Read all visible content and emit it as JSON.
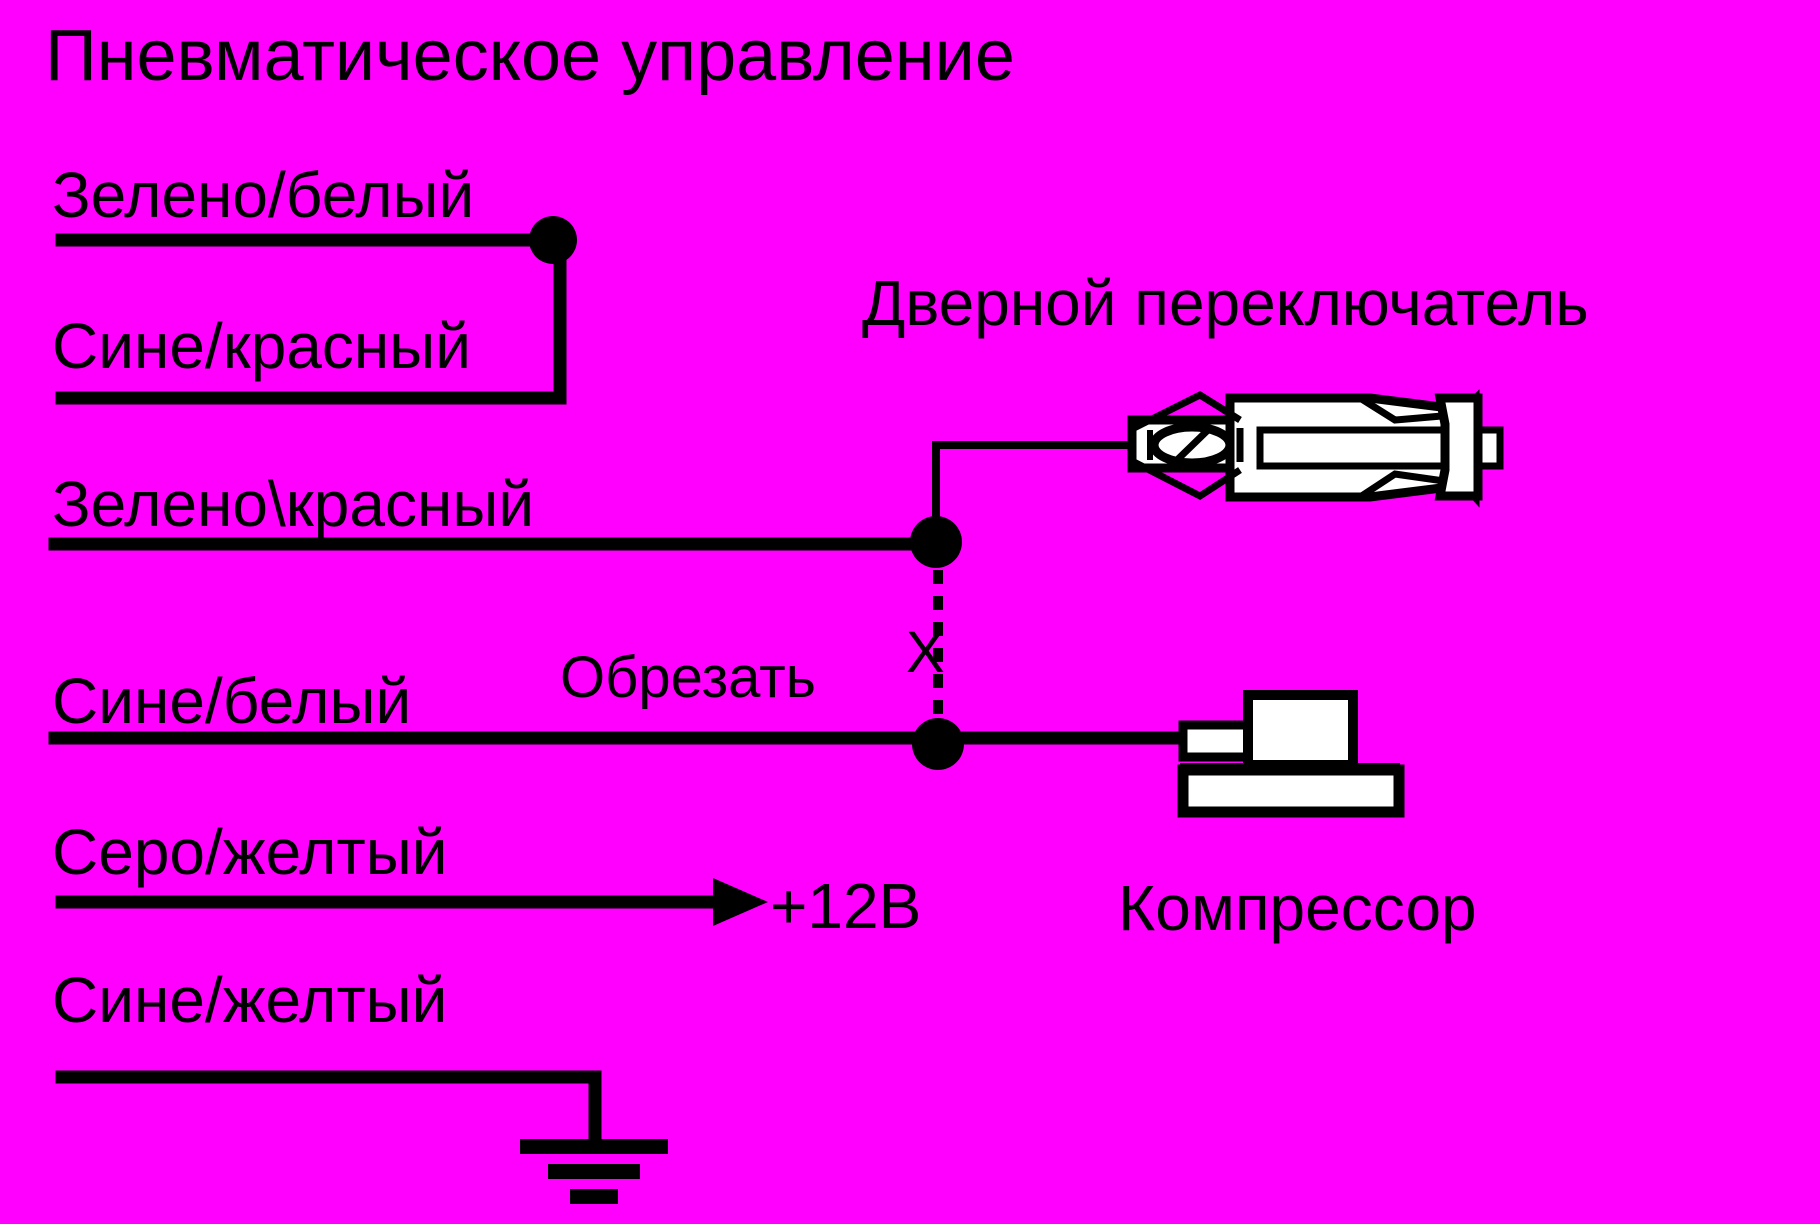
{
  "title": "Пневматическое управление",
  "wires": [
    {
      "label": "Зелено/белый"
    },
    {
      "label": "Сине/красный"
    },
    {
      "label": "Зелено\\красный"
    },
    {
      "label": "Сине/белый"
    },
    {
      "label": "Серо/желтый"
    },
    {
      "label": "Сине/желтый"
    }
  ],
  "labels": {
    "cut": "Обрезать",
    "cut_mark": "X",
    "door_switch": "Дверной переключатель",
    "compressor": "Компрессор",
    "supply": "+12В"
  },
  "colors": {
    "background": "#ff00ff",
    "line": "#000000",
    "fill": "#ffffff"
  }
}
